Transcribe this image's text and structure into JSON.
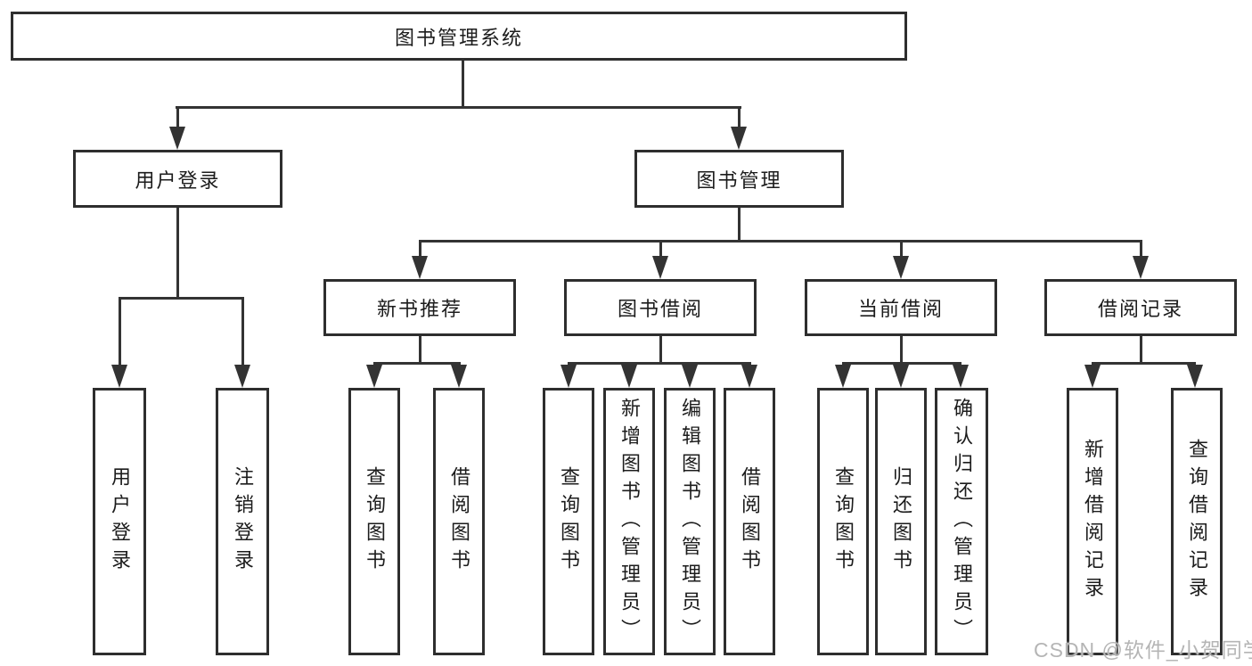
{
  "diagram": {
    "root": {
      "label": "图书管理系统"
    },
    "level2": [
      {
        "label": "用户登录",
        "leaves": [
          "用户登录",
          "注销登录"
        ]
      },
      {
        "label": "图书管理"
      }
    ],
    "level3": [
      {
        "label": "新书推荐",
        "leaves": [
          "查询图书",
          "借阅图书"
        ]
      },
      {
        "label": "图书借阅",
        "leaves": [
          "查询图书",
          "新增图书（管理员）",
          "编辑图书（管理员）",
          "借阅图书"
        ]
      },
      {
        "label": "当前借阅",
        "leaves": [
          "查询图书",
          "归还图书",
          "确认归还（管理员）"
        ]
      },
      {
        "label": "借阅记录",
        "leaves": [
          "新增借阅记录",
          "查询借阅记录"
        ]
      }
    ],
    "watermark": "CSDN @软件_小贺同学",
    "colors": {
      "line": "#333333",
      "box_border": "#2e2e2e",
      "text": "#1c1c1c",
      "watermark": "#b5b5b5",
      "background": "#ffffff"
    }
  }
}
